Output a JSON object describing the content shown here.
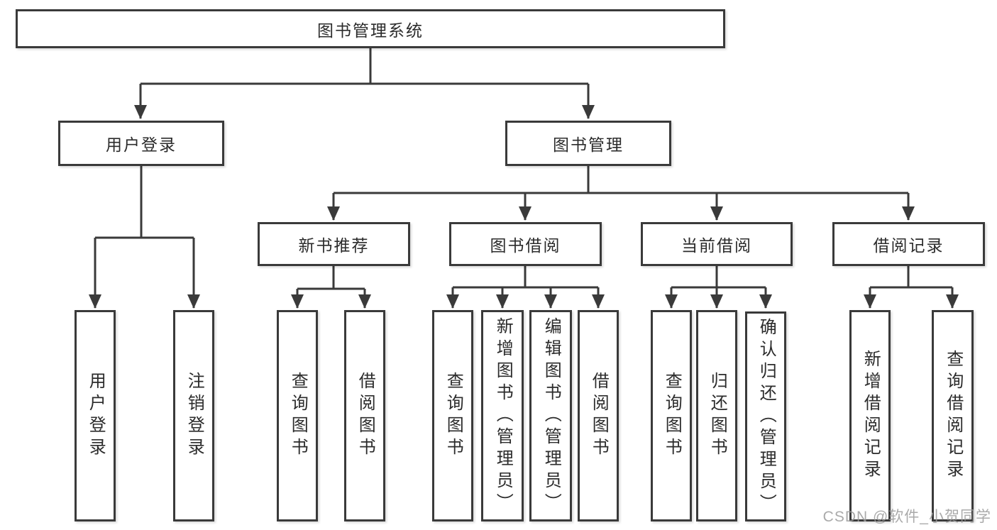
{
  "diagram_title": "图书管理系统",
  "colors": {
    "line": "#3a3a3a",
    "text": "#2b2b2b",
    "background": "#ffffff",
    "watermark": "#9b9b9b"
  },
  "nodes": {
    "root": "图书管理系统",
    "user_login": "用户登录",
    "book_management": "图书管理",
    "new_book_recommend": "新书推荐",
    "book_borrowing": "图书借阅",
    "current_borrowing": "当前借阅",
    "borrowing_records": "借阅记录"
  },
  "leaves": {
    "user_login": "用户登录",
    "logout": "注销登录",
    "nb_query_books": "查询图书",
    "nb_borrow_books": "借阅图书",
    "bb_query_books": "查询图书",
    "bb_add_books_admin": "新增图书（管理员）",
    "bb_edit_books_admin": "编辑图书（管理员）",
    "bb_borrow_books": "借阅图书",
    "cb_query_books": "查询图书",
    "cb_return_books": "归还图书",
    "cb_confirm_return_admin": "确认归还（管理员）",
    "br_add_record": "新增借阅记录",
    "br_query_record": "查询借阅记录"
  },
  "hierarchy": {
    "图书管理系统": [
      "用户登录",
      "图书管理"
    ],
    "用户登录": [
      "用户登录",
      "注销登录"
    ],
    "图书管理": [
      "新书推荐",
      "图书借阅",
      "当前借阅",
      "借阅记录"
    ],
    "新书推荐": [
      "查询图书",
      "借阅图书"
    ],
    "图书借阅": [
      "查询图书",
      "新增图书（管理员）",
      "编辑图书（管理员）",
      "借阅图书"
    ],
    "当前借阅": [
      "查询图书",
      "归还图书",
      "确认归还（管理员）"
    ],
    "借阅记录": [
      "新增借阅记录",
      "查询借阅记录"
    ]
  },
  "watermark": "CSDN @软件_小贺同学"
}
